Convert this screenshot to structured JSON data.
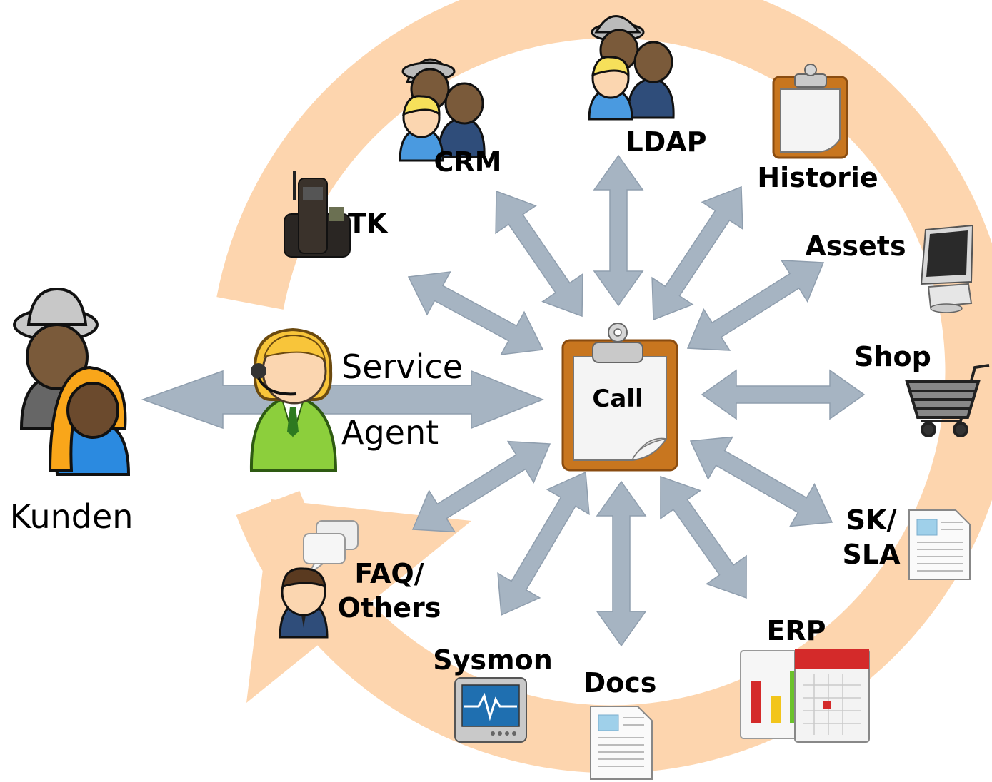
{
  "center": {
    "label": "Call"
  },
  "customer": {
    "label": "Kunden"
  },
  "agent": {
    "line1": "Service",
    "line2": "Agent"
  },
  "nodes": {
    "tk": "TK",
    "crm": "CRM",
    "ldap": "LDAP",
    "historie": "Historie",
    "assets": "Assets",
    "shop": "Shop",
    "sk_sla_1": "SK/",
    "sk_sla_2": "SLA",
    "erp": "ERP",
    "docs": "Docs",
    "sysmon": "Sysmon",
    "faq_1": "FAQ/",
    "faq_2": "Others"
  },
  "colors": {
    "ring": "#fdd5ae",
    "arrow": "#a6b4c2",
    "arrow_stroke": "#8898a8",
    "clipboard": "#c8761f"
  }
}
